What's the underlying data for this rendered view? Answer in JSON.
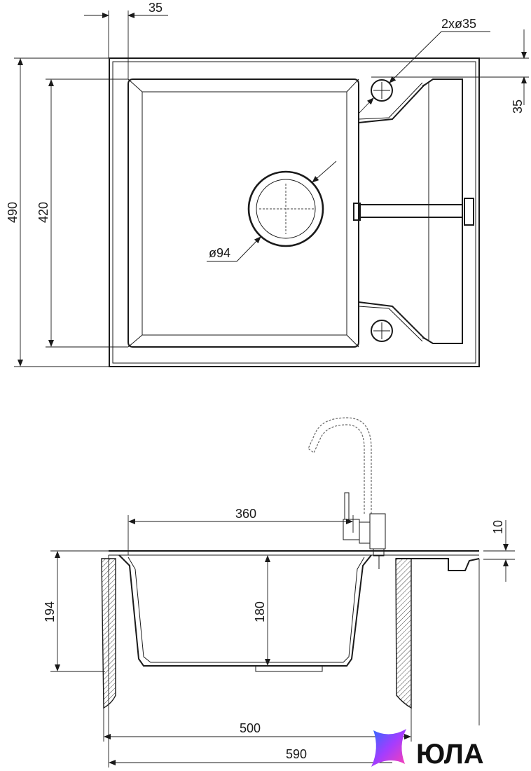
{
  "dimensions": {
    "top_35": "35",
    "holes": "2xø35",
    "right_35": "35",
    "height_490": "490",
    "height_420": "420",
    "drain": "ø94",
    "width_360": "360",
    "depth_10": "10",
    "height_194": "194",
    "depth_180": "180",
    "width_500": "500",
    "width_590": "590"
  },
  "logo": {
    "text": "ЮЛА",
    "icon": "star-gradient-icon"
  },
  "colors": {
    "line": "#1a1a1a",
    "logo_gradient": [
      "#2d6bff",
      "#a33dff",
      "#ff3fb0"
    ]
  }
}
